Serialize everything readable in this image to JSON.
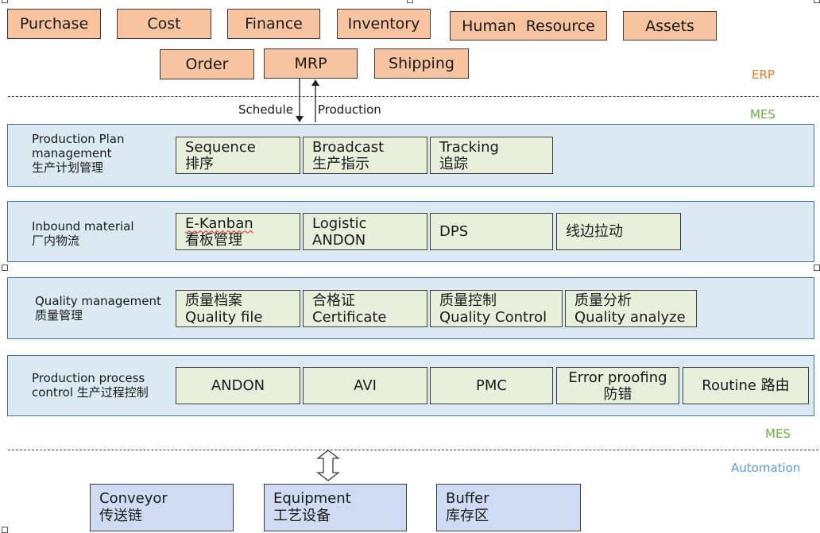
{
  "erp_modules": {
    "row1": [
      "Purchase",
      "Cost",
      "Finance",
      "Inventory",
      "Human  Resource",
      "Assets"
    ],
    "row2": [
      "Order",
      "MRP",
      "Shipping"
    ]
  },
  "layers": {
    "erp": "ERP",
    "mes_top": "MES",
    "mes_bottom": "MES",
    "automation": "Automation"
  },
  "layer_colors": {
    "erp": "#ed7d31",
    "mes": "#70ad47",
    "automation": "#5b9bd5"
  },
  "arrows": {
    "schedule": "Schedule",
    "production": "Production"
  },
  "bands": [
    {
      "title": [
        "Production Plan",
        "management",
        "生产计划管理"
      ],
      "modules": [
        {
          "lines": [
            "Sequence",
            "排序"
          ]
        },
        {
          "lines": [
            "Broadcast",
            "生产指示"
          ]
        },
        {
          "lines": [
            "Tracking",
            "追踪"
          ]
        }
      ]
    },
    {
      "title": [
        "Inbound material",
        "厂内物流"
      ],
      "modules": [
        {
          "lines": [
            "E-Kanban",
            "看板管理"
          ]
        },
        {
          "lines": [
            "Logistic",
            "ANDON"
          ]
        },
        {
          "lines": [
            "DPS"
          ]
        },
        {
          "lines": [
            "线边拉动"
          ]
        }
      ]
    },
    {
      "title": [
        "Quality management",
        "质量管理"
      ],
      "modules": [
        {
          "lines": [
            "质量档案",
            "Quality file"
          ]
        },
        {
          "lines": [
            "合格证",
            "Certificate"
          ]
        },
        {
          "lines": [
            "质量控制",
            "Quality Control"
          ]
        },
        {
          "lines": [
            "质量分析",
            "Quality analyze"
          ]
        }
      ]
    },
    {
      "title": [
        "Production process",
        "control 生产过程控制"
      ],
      "modules": [
        {
          "lines": [
            "ANDON"
          ]
        },
        {
          "lines": [
            "AVI"
          ]
        },
        {
          "lines": [
            "PMC"
          ]
        },
        {
          "lines": [
            "Error proofing",
            "防错"
          ]
        },
        {
          "lines": [
            "Routine 路由"
          ]
        }
      ]
    }
  ],
  "automation_items": [
    {
      "lines": [
        "Conveyor",
        "传送链"
      ]
    },
    {
      "lines": [
        "Equipment",
        "工艺设备"
      ]
    },
    {
      "lines": [
        "Buffer",
        "库存区"
      ]
    }
  ]
}
